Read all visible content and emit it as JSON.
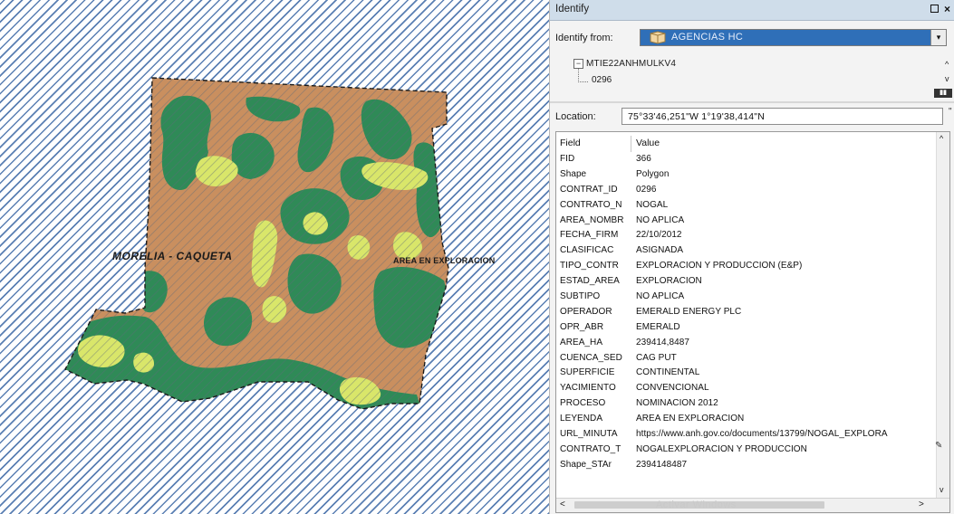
{
  "map": {
    "label_left": "MORELIA - CAQUETA",
    "label_right": "AREA EN EXPLORACION",
    "colors": {
      "hatch": "#5a7fb3",
      "polygon_fill": "#c98f5f",
      "forest": "#2f8a57",
      "grass": "#d9e66a",
      "boundary": "#1a1a1a"
    }
  },
  "identify": {
    "title": "Identify",
    "restore_icon": "restore-icon",
    "close_label": "×",
    "identify_from_label": "Identify from:",
    "identify_from_value": "AGENCIAS HC",
    "combo_arrow": "▾",
    "tree": {
      "parent": "MTIE22ANHMULKV4",
      "child": "0296",
      "expander": "−"
    },
    "location_label": "Location:",
    "location_value": "75°33'46,251\"W  1°19'38,414\"N",
    "location_mark": "\"",
    "table": {
      "header_field": "Field",
      "header_value": "Value",
      "rows": [
        {
          "field": "FID",
          "value": "366"
        },
        {
          "field": "Shape",
          "value": "Polygon"
        },
        {
          "field": "CONTRAT_ID",
          "value": "0296"
        },
        {
          "field": "CONTRATO_N",
          "value": "NOGAL"
        },
        {
          "field": "AREA_NOMBR",
          "value": "NO APLICA"
        },
        {
          "field": "FECHA_FIRM",
          "value": "22/10/2012"
        },
        {
          "field": "CLASIFICAC",
          "value": "ASIGNADA"
        },
        {
          "field": "TIPO_CONTR",
          "value": "EXPLORACION Y PRODUCCION (E&P)"
        },
        {
          "field": "ESTAD_AREA",
          "value": "EXPLORACION"
        },
        {
          "field": "SUBTIPO",
          "value": "NO APLICA"
        },
        {
          "field": "OPERADOR",
          "value": "EMERALD ENERGY PLC"
        },
        {
          "field": "OPR_ABR",
          "value": "EMERALD"
        },
        {
          "field": "AREA_HA",
          "value": "239414,8487"
        },
        {
          "field": "CUENCA_SED",
          "value": "CAG PUT"
        },
        {
          "field": "SUPERFICIE",
          "value": "CONTINENTAL"
        },
        {
          "field": "YACIMIENTO",
          "value": "CONVENCIONAL"
        },
        {
          "field": "PROCESO",
          "value": "NOMINACION 2012"
        },
        {
          "field": "LEYENDA",
          "value": "AREA EN EXPLORACION"
        },
        {
          "field": "URL_MINUTA",
          "value": "https://www.anh.gov.co/documents/13799/NOGAL_EXPLORA"
        },
        {
          "field": "CONTRATO_T",
          "value": "NOGALEXPLORACION Y PRODUCCION"
        },
        {
          "field": "Shape_STAr",
          "value": "2394148487"
        }
      ]
    },
    "watermark": "Activar Windows",
    "scroll": {
      "up": "^",
      "down": "v",
      "left": "<",
      "right": ">"
    }
  }
}
